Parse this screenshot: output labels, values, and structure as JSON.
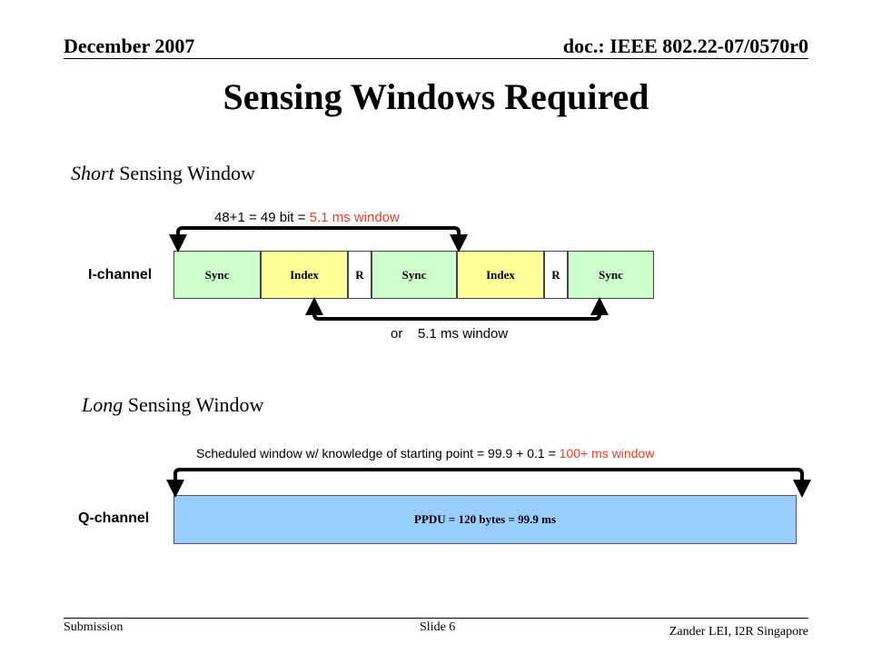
{
  "header": {
    "date": "December 2007",
    "doc_id": "doc.: IEEE 802.22-07/0570r0"
  },
  "title": "Sensing Windows Required",
  "short_section": {
    "heading_italic": "Short",
    "heading_rest": " Sensing Window",
    "top_window_prefix": "48+1 = 49 bit = ",
    "top_window_highlight": "5.1 ms window",
    "channel_label": "I-channel",
    "segments": [
      "Sync",
      "Index",
      "R",
      "Sync",
      "Index",
      "R",
      "Sync"
    ],
    "bottom_window_or": "or",
    "bottom_window_text": "5.1 ms window"
  },
  "long_section": {
    "heading_italic": "Long",
    "heading_rest": " Sensing Window",
    "window_prefix": "Scheduled window w/ knowledge of starting point = 99.9 + 0.1 = ",
    "window_highlight": "100+ ms window",
    "channel_label": "Q-channel",
    "ppdu_label": "PPDU = 120 bytes = 99.9 ms"
  },
  "footer": {
    "left": "Submission",
    "center": "Slide 6",
    "right": "Zander LEI, I2R Singapore"
  },
  "colors": {
    "sync": "#ccffcc",
    "index": "#ffff99",
    "r": "#ffffff",
    "ppdu": "#99ccff",
    "highlight": "#e2402a"
  }
}
